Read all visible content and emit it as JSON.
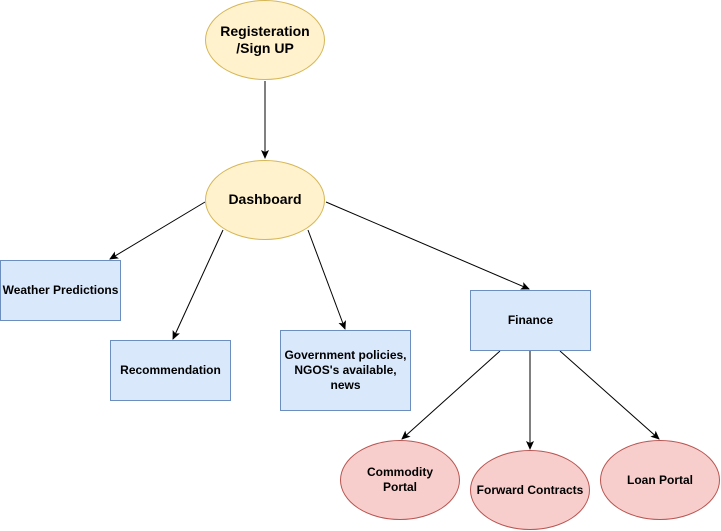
{
  "nodes": {
    "registration": "Registeration\n/Sign UP",
    "dashboard": "Dashboard",
    "weather": "Weather Predictions",
    "recommendation": "Recommendation",
    "government": "Government policies,\nNGOS's available,\nnews",
    "finance": "Finance",
    "commodity": "Commodity\nPortal",
    "forward": "Forward Contracts",
    "loan": "Loan Portal"
  },
  "edges": [
    {
      "from": "registration",
      "to": "dashboard"
    },
    {
      "from": "dashboard",
      "to": "weather"
    },
    {
      "from": "dashboard",
      "to": "recommendation"
    },
    {
      "from": "dashboard",
      "to": "government"
    },
    {
      "from": "dashboard",
      "to": "finance"
    },
    {
      "from": "finance",
      "to": "commodity"
    },
    {
      "from": "finance",
      "to": "forward"
    },
    {
      "from": "finance",
      "to": "loan"
    }
  ],
  "colors": {
    "yellow_fill": "#fff2cc",
    "yellow_stroke": "#d6b656",
    "blue_fill": "#dae8fc",
    "blue_stroke": "#6c8ebf",
    "red_fill": "#f8cecc",
    "red_stroke": "#b85450",
    "edge": "#000000"
  }
}
